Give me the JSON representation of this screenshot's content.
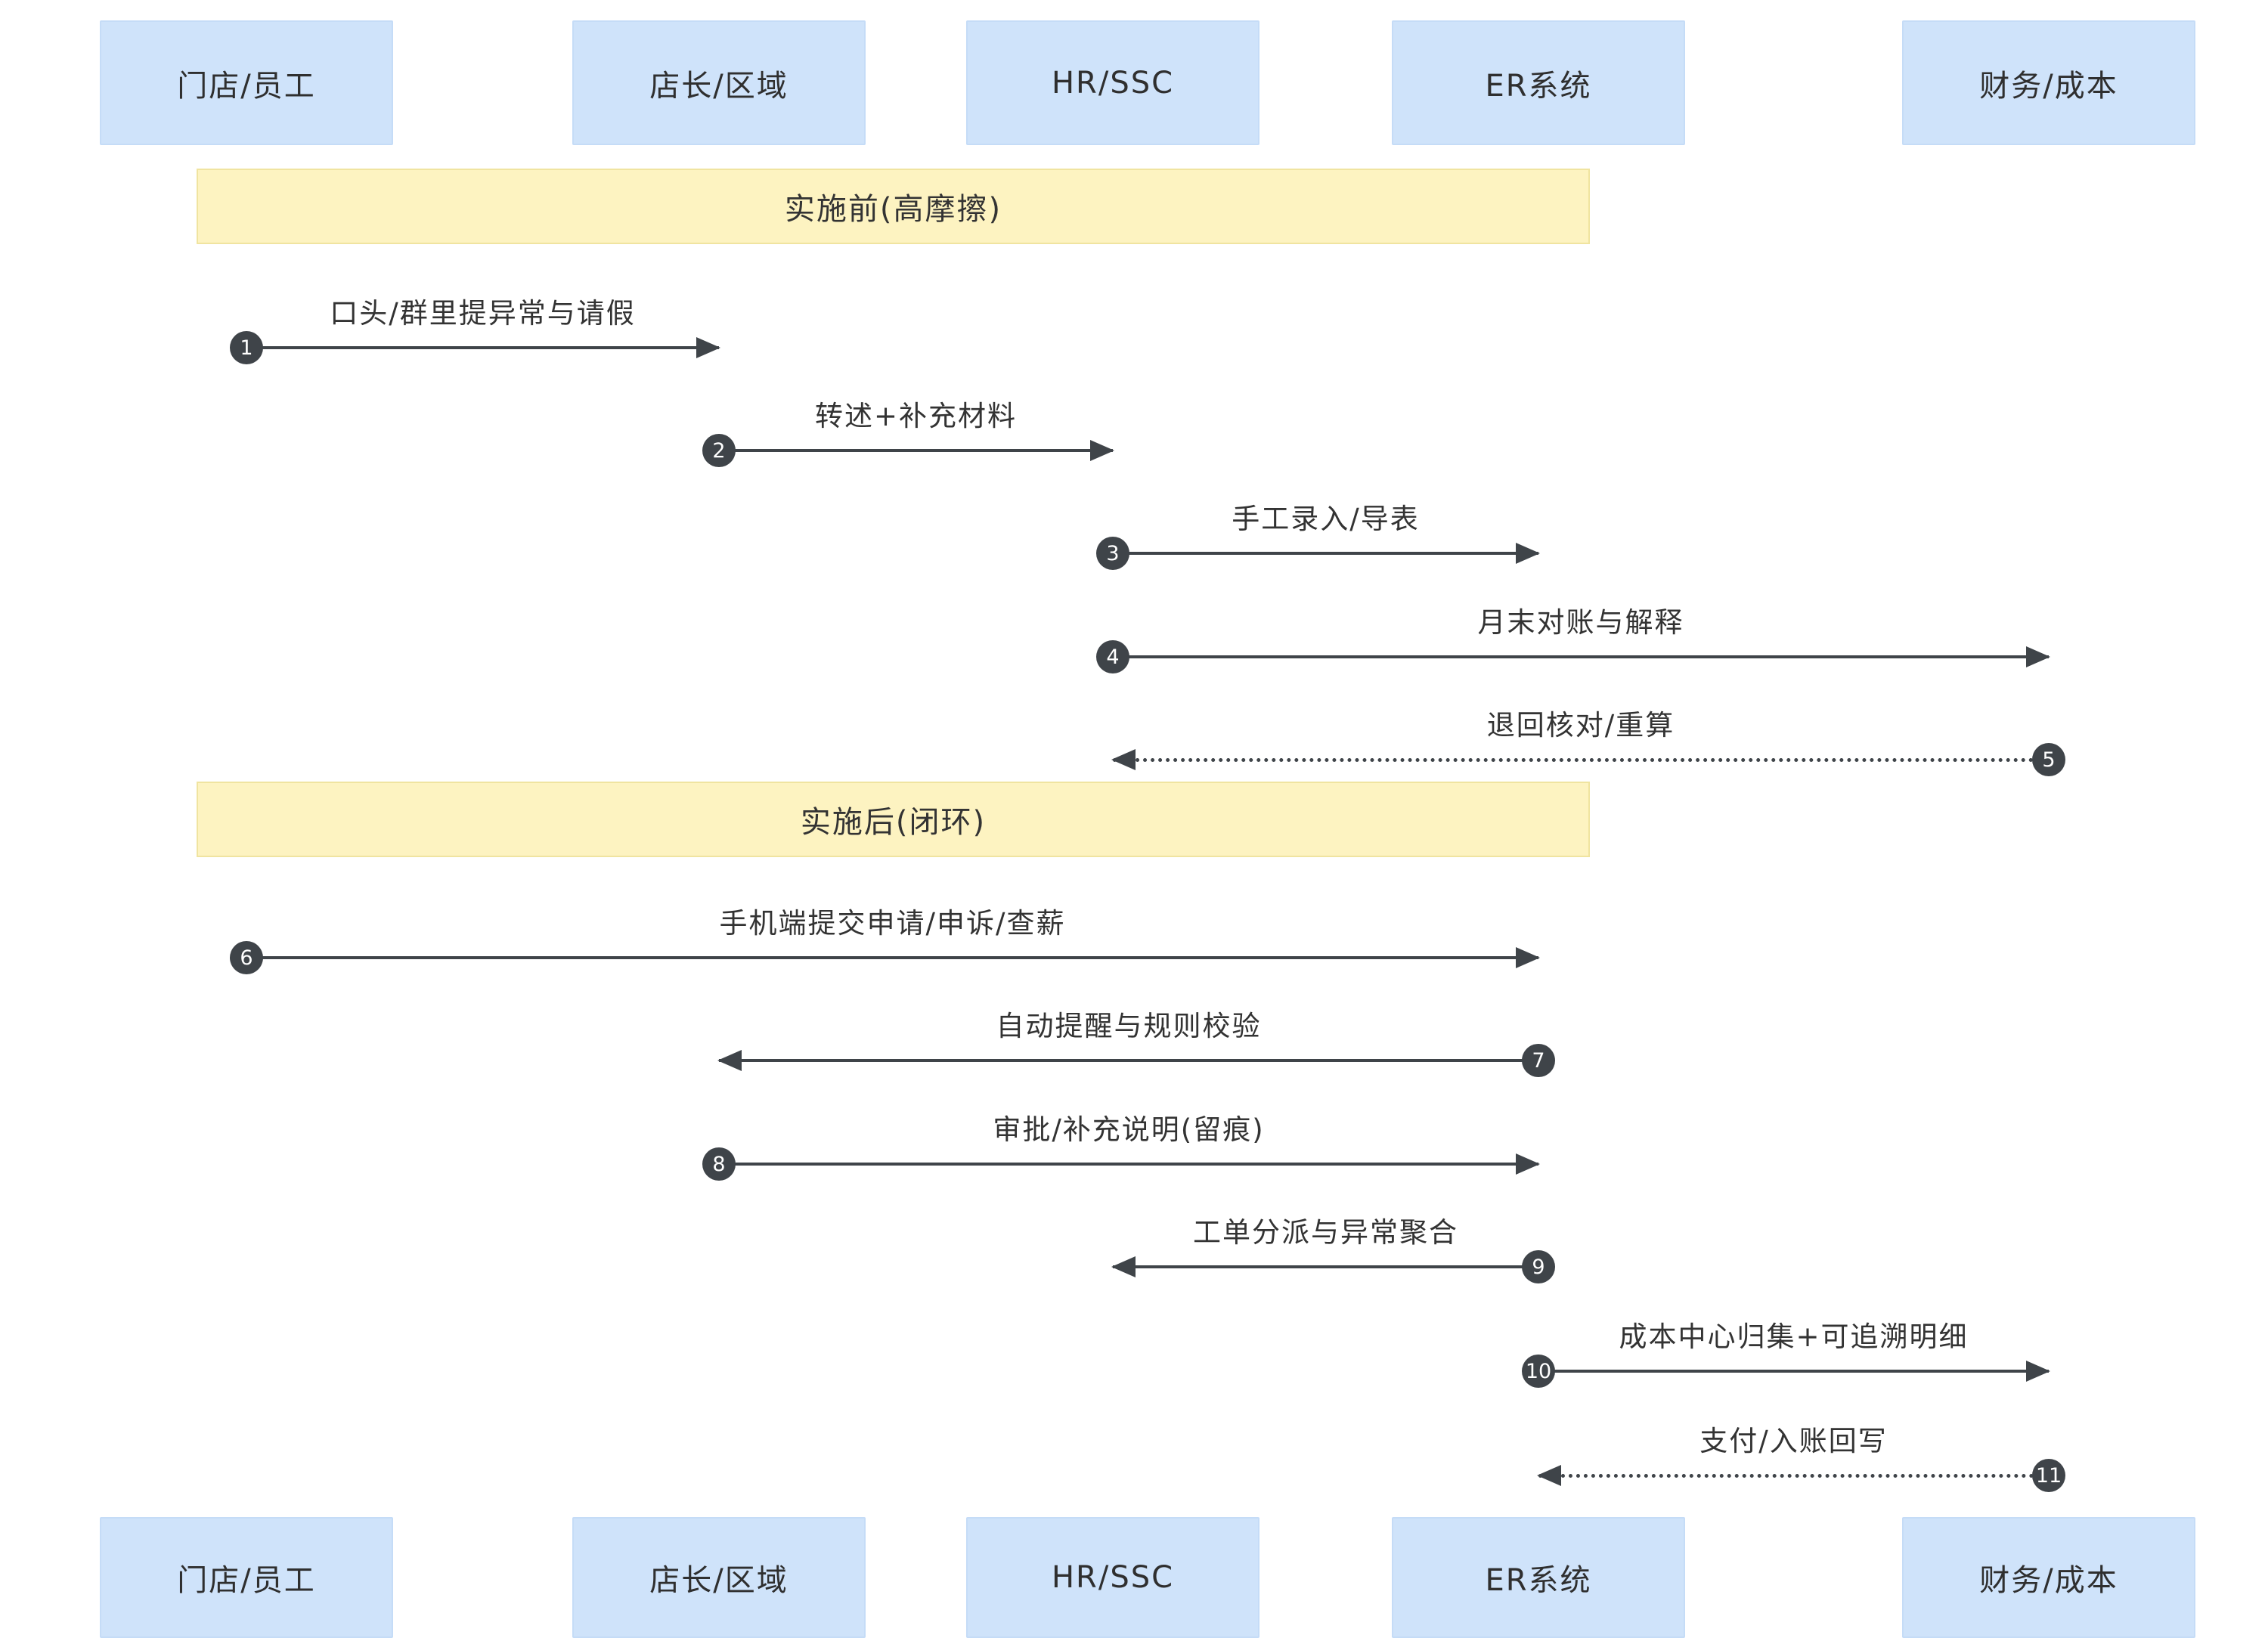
{
  "diagram": {
    "type": "sequence-diagram",
    "actors": [
      {
        "label": "门店/员工"
      },
      {
        "label": "店长/区域"
      },
      {
        "label": "HR/SSC"
      },
      {
        "label": "ER系统"
      },
      {
        "label": "财务/成本"
      }
    ],
    "phases": [
      {
        "label": "实施前(高摩擦)"
      },
      {
        "label": "实施后(闭环)"
      }
    ],
    "messages": [
      {
        "num": "1",
        "label": "口头/群里提异常与请假",
        "from": "门店/员工",
        "to": "店长/区域",
        "line": "solid",
        "direction": "right"
      },
      {
        "num": "2",
        "label": "转述+补充材料",
        "from": "店长/区域",
        "to": "HR/SSC",
        "line": "solid",
        "direction": "right"
      },
      {
        "num": "3",
        "label": "手工录入/导表",
        "from": "HR/SSC",
        "to": "ER系统",
        "line": "solid",
        "direction": "right"
      },
      {
        "num": "4",
        "label": "月末对账与解释",
        "from": "HR/SSC",
        "to": "财务/成本",
        "line": "solid",
        "direction": "right"
      },
      {
        "num": "5",
        "label": "退回核对/重算",
        "from": "财务/成本",
        "to": "HR/SSC",
        "line": "dashed",
        "direction": "left"
      },
      {
        "num": "6",
        "label": "手机端提交申请/申诉/查薪",
        "from": "门店/员工",
        "to": "ER系统",
        "line": "solid",
        "direction": "right"
      },
      {
        "num": "7",
        "label": "自动提醒与规则校验",
        "from": "ER系统",
        "to": "店长/区域",
        "line": "solid",
        "direction": "left"
      },
      {
        "num": "8",
        "label": "审批/补充说明(留痕)",
        "from": "店长/区域",
        "to": "ER系统",
        "line": "solid",
        "direction": "right"
      },
      {
        "num": "9",
        "label": "工单分派与异常聚合",
        "from": "ER系统",
        "to": "HR/SSC",
        "line": "solid",
        "direction": "left"
      },
      {
        "num": "10",
        "label": "成本中心归集+可追溯明细",
        "from": "ER系统",
        "to": "财务/成本",
        "line": "solid",
        "direction": "right"
      },
      {
        "num": "11",
        "label": "支付/入账回写",
        "from": "财务/成本",
        "to": "ER系统",
        "line": "dashed",
        "direction": "left"
      }
    ],
    "colors": {
      "actor_fill": "#cfe3fa",
      "phase_fill": "#fdf3c1",
      "arrow": "#3f4449",
      "badge": "#3f4449",
      "text": "#333333",
      "background": "#ffffff"
    }
  }
}
